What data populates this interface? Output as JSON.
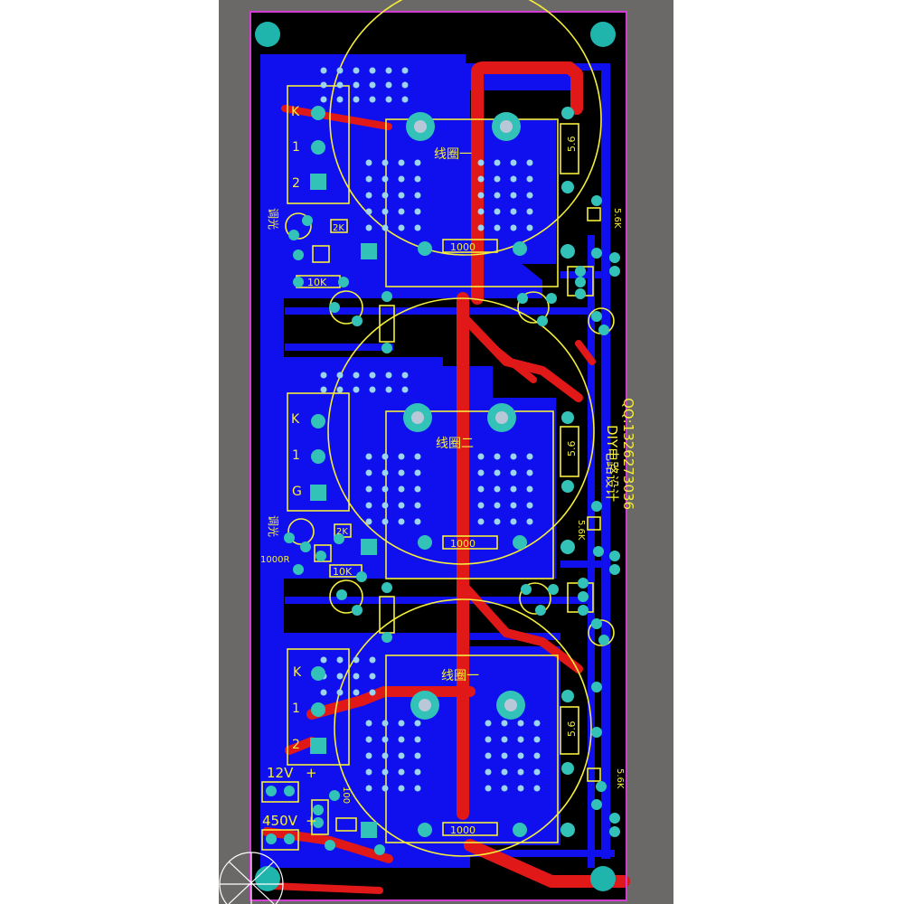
{
  "colors": {
    "background": "#ffffff",
    "workspace": "#6b6868",
    "board": "#000000",
    "outline": "#d23cd2",
    "bottom_copper": "#1010ee",
    "top_copper": "#e01818",
    "silkscreen": "#f5ee3a",
    "pad": "#33c2b8",
    "mount_hole": "#1fb5ad"
  },
  "silkscreen": {
    "mod1_k": "K",
    "mod1_pin1": "1",
    "mod1_pin2": "2",
    "mod1_coil": "线圈一",
    "mod1_res_top": "5.6",
    "mod1_res_bottom": "1000",
    "mod1_r10k": "10K",
    "mod1_r2k": "2K",
    "mod1_trimmer": "调光",
    "mod1_zener": "5.6K",
    "mod2_k": "K",
    "mod2_pin1": "1",
    "mod2_pin2": "G",
    "mod2_coil": "线圈二",
    "mod2_res_top": "5.6",
    "mod2_res_bottom": "1000",
    "mod2_r10k": "10K",
    "mod2_r2k": "2K",
    "mod2_r1000r": "1000R",
    "mod2_trimmer": "调光",
    "mod2_zener": "5.6K",
    "mod3_k": "K",
    "mod3_pin1": "1",
    "mod3_pin2": "2",
    "mod3_coil": "线圈一",
    "mod3_res_top": "5.6",
    "mod3_res_bottom": "1000",
    "mod3_zener": "5.6K",
    "designer_note": "DIY电路设计",
    "qq": "QQ:1326273036",
    "conn_12v": "12V",
    "conn_12v_plus": "+",
    "conn_450v": "450V",
    "conn_450v_plus": "+",
    "side_100": "100"
  }
}
